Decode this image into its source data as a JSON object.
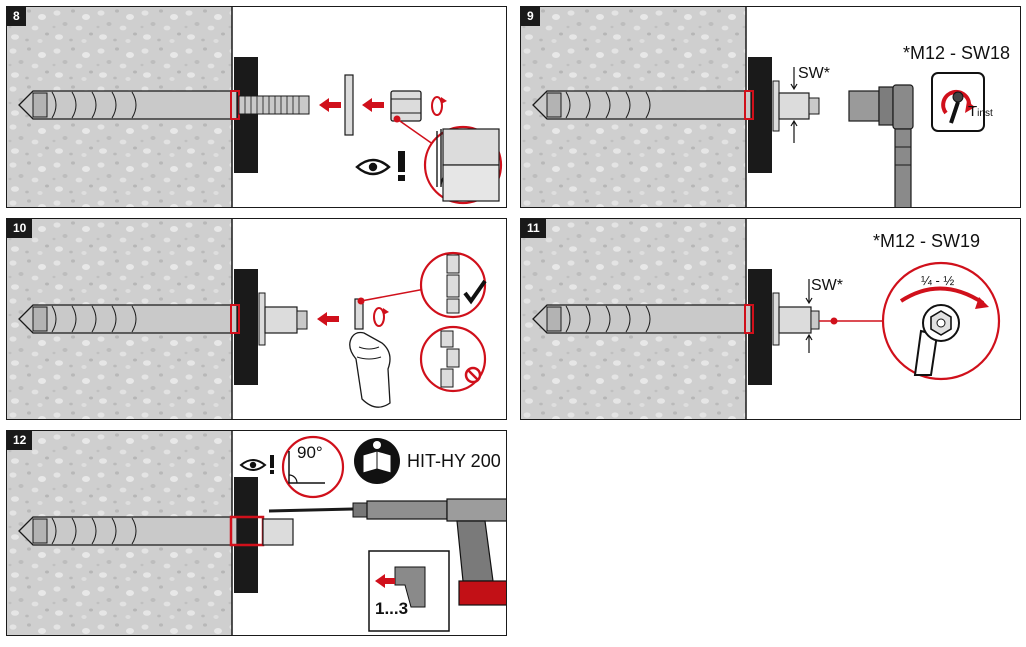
{
  "steps": [
    {
      "number": "8"
    },
    {
      "number": "9",
      "wrench_label": "SW*",
      "spec": "*M12 - SW18",
      "torque_main": "T",
      "torque_sub": "inst"
    },
    {
      "number": "10"
    },
    {
      "number": "11",
      "wrench_label": "SW*",
      "spec": "*M12 - SW19",
      "turn_fraction": "¼ - ½"
    },
    {
      "number": "12",
      "angle": "90°",
      "product": "HIT-HY 200",
      "stroke_range": "1...3"
    }
  ],
  "colors": {
    "accent": "#d0101b",
    "outline": "#1a1a1a",
    "steel": "#c9c9c9",
    "concrete": "#cfcfcf"
  },
  "icons": [
    "eye-icon",
    "exclamation-icon",
    "rotate-arrow-icon",
    "arrow-left-icon",
    "checkmark-icon",
    "prohibited-icon",
    "read-manual-icon",
    "angle-gauge-icon",
    "wrench-icon",
    "socket-wrench-icon",
    "torque-wrench-icon",
    "dispenser-icon"
  ]
}
